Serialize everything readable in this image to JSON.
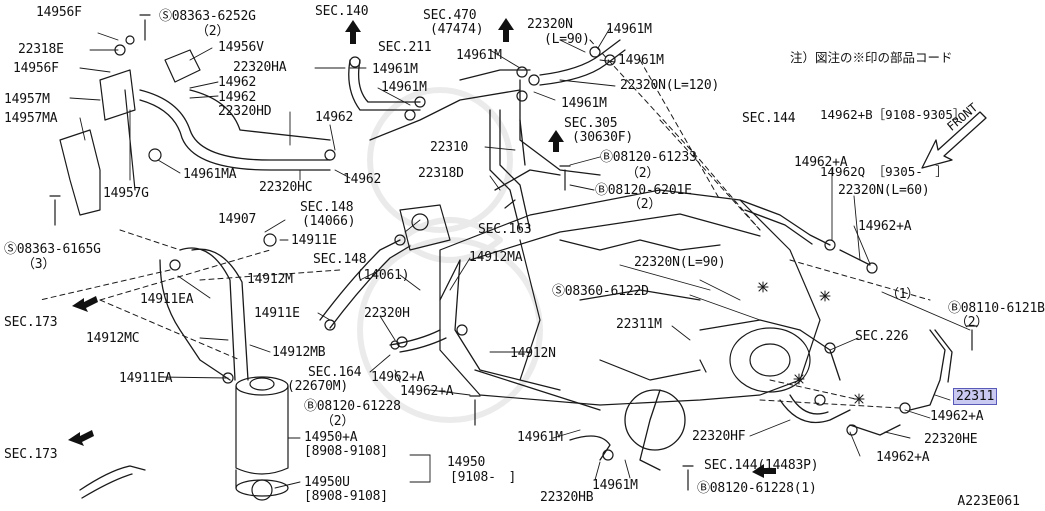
{
  "diagram": {
    "figure_id": "A223E061",
    "notes": [
      "注）図注の※印の部品コード",
      "14962+B［9108-9305］",
      "14962Q ［9305-　］"
    ],
    "front_label": "FRONT",
    "highlighted_part": "22311",
    "colors": {
      "highlight_bg": "#c9c9f2",
      "highlight_border": "#5959b8",
      "line": "#1a1a1a"
    },
    "labels": [
      "14956F",
      "22318E",
      "14956F",
      "14956V",
      "Ⓢ08363-6252G",
      "（2）",
      "14957M",
      "14957MA",
      "14957G",
      "14962",
      "14962",
      "22320HA",
      "14961M",
      "14961M",
      "22320HD",
      "14962",
      "14961MA",
      "22320HC",
      "14962",
      "SEC.140",
      "SEC.470",
      "(47474)",
      "SEC.211",
      "22320N",
      "(L=90)",
      "14961M",
      "14961M",
      "14961M",
      "22320N(L=120)",
      "14961M",
      "SEC.305",
      "(30630F)",
      "22310",
      "Ⓑ08120-61233",
      "（2）",
      "22318D",
      "Ⓑ08120-6201E",
      "（2）",
      "SEC.144",
      "14962+A",
      "22320N(L=60)",
      "14962+A",
      "SEC.148",
      "(14066)",
      "14907",
      "14911E",
      "SEC.163",
      "Ⓢ08363-6165G",
      "（3）",
      "SEC.148",
      "(14061)",
      "14912MA",
      "14912M",
      "22320N(L=90)",
      "14911EA",
      "SEC.173",
      "Ⓢ08360-6122D",
      "（1）",
      "Ⓑ08110-6121B",
      "（2）",
      "14911E",
      "22320H",
      "22311M",
      "14912MC",
      "14912MB",
      "SEC.226",
      "14912N",
      "SEC.164",
      "(22670M)",
      "14962+A",
      "14962+A",
      "22311",
      "14911EA",
      "Ⓑ08120-61228",
      "（2）",
      "14962+A",
      "14961M",
      "22320HF",
      "22320HE",
      "SEC.173",
      "14950+A",
      "[8908-9108]",
      "14950",
      "[9108-　]",
      "14962+A",
      "SEC.144(14483P)",
      "14950U",
      "[8908-9108]",
      "22320HB",
      "14961M",
      "Ⓑ08120-61228(1)"
    ]
  }
}
